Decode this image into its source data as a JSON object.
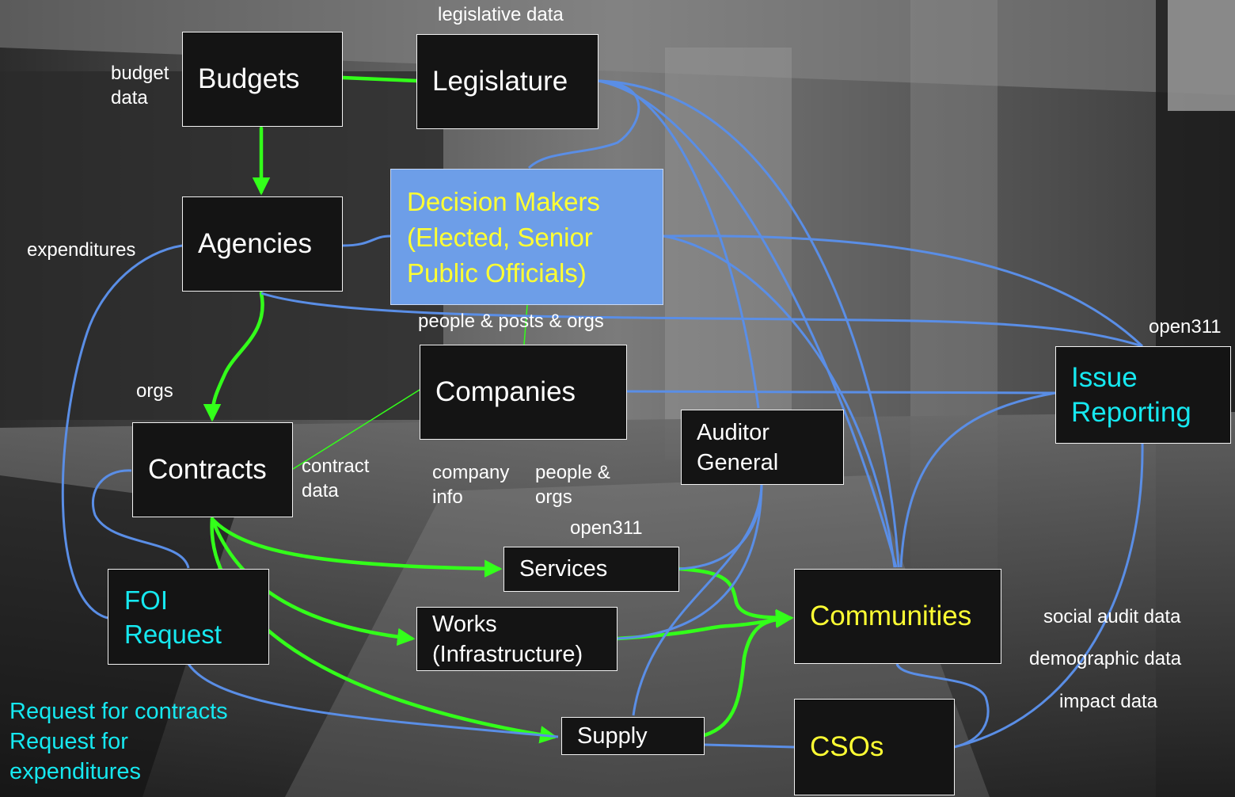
{
  "colors": {
    "green_edge": "#33ff1a",
    "blue_edge": "#5a8ee6",
    "decision_fill": "#6d9ee8",
    "yellow_text": "#ffff33",
    "cyan_text": "#16e8f0",
    "box_fill": "#141414"
  },
  "nodes": {
    "budgets": "Budgets",
    "legislature": "Legislature",
    "agencies": "Agencies",
    "decision_makers_1": "Decision Makers",
    "decision_makers_2": "(Elected, Senior",
    "decision_makers_3": "Public Officials)",
    "companies": "Companies",
    "contracts": "Contracts",
    "auditor_1": "Auditor",
    "auditor_2": "General",
    "issue_1": "Issue",
    "issue_2": "Reporting",
    "services": "Services",
    "works_1": "Works",
    "works_2": "(Infrastructure)",
    "foi_1": "FOI",
    "foi_2": "Request",
    "communities": "Communities",
    "supply": "Supply",
    "csos": "CSOs"
  },
  "labels": {
    "legislative_data": "legislative data",
    "budget_data_1": "budget",
    "budget_data_2": "data",
    "expenditures": "expenditures",
    "people_posts_orgs": "people & posts & orgs",
    "open311_right": "open311",
    "orgs": "orgs",
    "contract_data_1": "contract",
    "contract_data_2": "data",
    "company_info_1": "company",
    "company_info_2": "info",
    "people_orgs_1": "people &",
    "people_orgs_2": "orgs",
    "open311_center": "open311",
    "social_audit_data": "social audit data",
    "demographic_data": "demographic data",
    "impact_data": "impact data",
    "request_contracts": "Request for contracts",
    "request_for": "Request for",
    "expenditures_req": "expenditures"
  }
}
